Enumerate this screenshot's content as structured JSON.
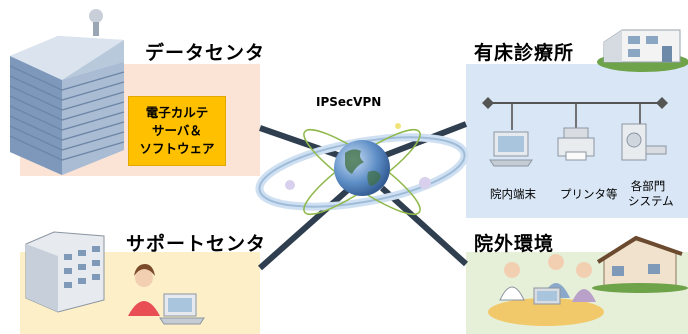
{
  "vpn_label": "IPSecVPN",
  "data_center": {
    "title": "データセンタ",
    "box_lines": [
      "電子カルテ",
      "サーバ＆",
      "ソフトウェア"
    ]
  },
  "clinic": {
    "title": "有床診療所",
    "devices": [
      {
        "label_lines": [
          "院内端末"
        ]
      },
      {
        "label_lines": [
          "プリンタ等"
        ]
      },
      {
        "label_lines": [
          "各部門",
          "システム"
        ]
      }
    ]
  },
  "support_center": {
    "title": "サポートセンタ"
  },
  "outside": {
    "title": "院外環境"
  },
  "colors": {
    "data_center_bg": "#fbe3d6",
    "clinic_bg": "#d9e6f5",
    "support_bg": "#fdf0c9",
    "outside_bg": "#e6f0d8",
    "server_box": "#ffc000",
    "link_line": "#2f3f4f"
  }
}
